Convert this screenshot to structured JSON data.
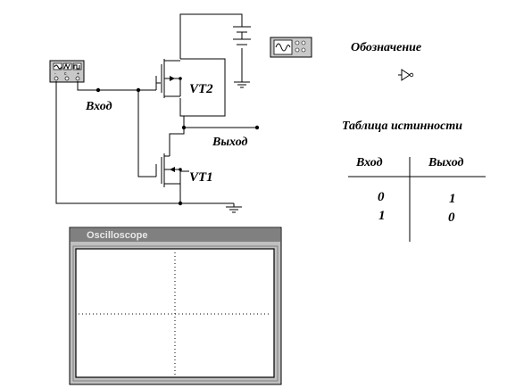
{
  "circuit": {
    "input_label": "Вход",
    "output_label": "Выход",
    "vt2_label": "VT2",
    "vt1_label": "VT1"
  },
  "symbol": {
    "title": "Обозначение"
  },
  "truth_table": {
    "title": "Таблица  истинности",
    "headers": [
      "Вход",
      "Выход"
    ],
    "rows": [
      [
        "0",
        "1"
      ],
      [
        "1",
        "0"
      ]
    ]
  },
  "oscilloscope": {
    "title": "Oscilloscope"
  }
}
